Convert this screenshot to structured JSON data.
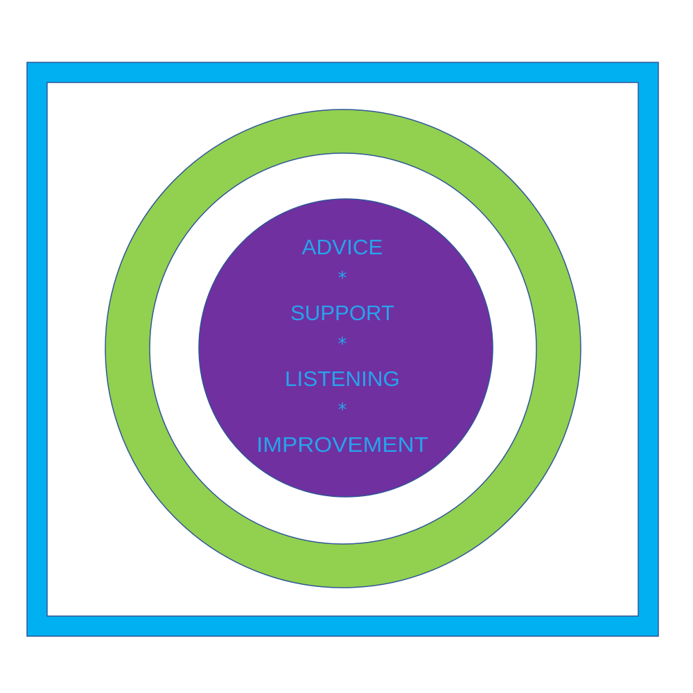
{
  "colors": {
    "frame": "#00b0f0",
    "ring": "#92d050",
    "core": "#7030a0",
    "text": "#27a3ec",
    "outline": "#2f5597",
    "background": "#ffffff"
  },
  "core_text": {
    "line1": "ADVICE",
    "sep1": "*",
    "line2": "SUPPORT",
    "sep2": "*",
    "line3": "LISTENING",
    "sep3": "*",
    "line4": "IMPROVEMENT"
  }
}
